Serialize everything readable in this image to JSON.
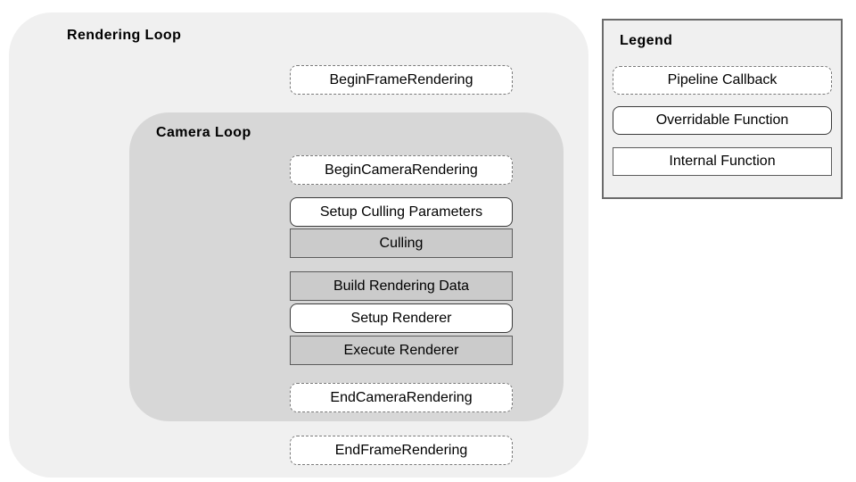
{
  "rendering_loop": {
    "title": "Rendering Loop"
  },
  "camera_loop": {
    "title": "Camera Loop"
  },
  "nodes": [
    {
      "id": "begin-frame-rendering",
      "label": "BeginFrameRendering",
      "type": "pipeline-callback"
    },
    {
      "id": "begin-camera-rendering",
      "label": "BeginCameraRendering",
      "type": "pipeline-callback"
    },
    {
      "id": "setup-culling-parameters",
      "label": "Setup Culling Parameters",
      "type": "overridable-function"
    },
    {
      "id": "culling",
      "label": "Culling",
      "type": "internal-function"
    },
    {
      "id": "build-rendering-data",
      "label": "Build Rendering Data",
      "type": "internal-function"
    },
    {
      "id": "setup-renderer",
      "label": "Setup Renderer",
      "type": "overridable-function"
    },
    {
      "id": "execute-renderer",
      "label": "Execute Renderer",
      "type": "internal-function"
    },
    {
      "id": "end-camera-rendering",
      "label": "EndCameraRendering",
      "type": "pipeline-callback"
    },
    {
      "id": "end-frame-rendering",
      "label": "EndFrameRendering",
      "type": "pipeline-callback"
    }
  ],
  "legend": {
    "title": "Legend",
    "items": [
      {
        "label": "Pipeline Callback",
        "type": "pipeline-callback"
      },
      {
        "label": "Overridable Function",
        "type": "overridable-function"
      },
      {
        "label": "Internal Function",
        "type": "internal-function"
      }
    ]
  },
  "colors": {
    "outer_loop_bg": "#f0f0f0",
    "camera_loop_bg": "#d7d7d7",
    "node_white_bg": "#ffffff",
    "internal_fill": "#cbcbcb",
    "callback_border": "#7a7a7a",
    "overridable_border": "#3a3a3a",
    "internal_border": "#5c5c5c",
    "legend_bg": "#f0f0f0",
    "legend_border": "#6b6b6b",
    "text": "#000000"
  }
}
